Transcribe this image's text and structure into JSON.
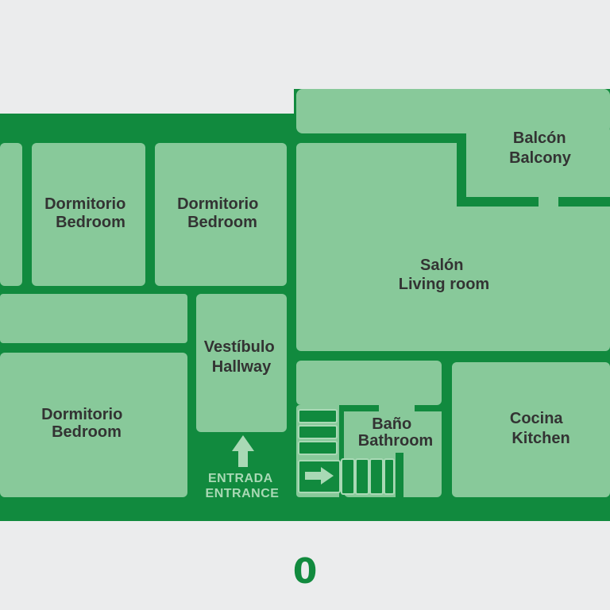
{
  "colors": {
    "background": "#ebeced",
    "wall": "#118a3e",
    "room": "#88c99a",
    "label_text": "#333333",
    "entrance_text": "#a9d9b5"
  },
  "rooms": {
    "bedroom_top_left": {
      "name_es": "Dormitorio",
      "name_en": "Bedroom"
    },
    "bedroom_top_right": {
      "name_es": "Dormitorio",
      "name_en": "Bedroom"
    },
    "bedroom_bottom": {
      "name_es": "Dormitorio",
      "name_en": "Bedroom"
    },
    "hallway": {
      "name_es": "Vestíbulo",
      "name_en": "Hallway"
    },
    "living_room": {
      "name_es": "Salón",
      "name_en": "Living room"
    },
    "balcony": {
      "name_es": "Balcón",
      "name_en": "Balcony"
    },
    "bathroom": {
      "name_es": "Baño",
      "name_en": "Bathroom"
    },
    "kitchen": {
      "name_es": "Cocina",
      "name_en": "Kitchen"
    }
  },
  "entrance": {
    "label_es": "ENTRADA",
    "label_en": "ENTRANCE",
    "icon": "up-arrow-icon"
  },
  "stairs": {
    "icon": "right-arrow-icon"
  },
  "floor_number": "0"
}
